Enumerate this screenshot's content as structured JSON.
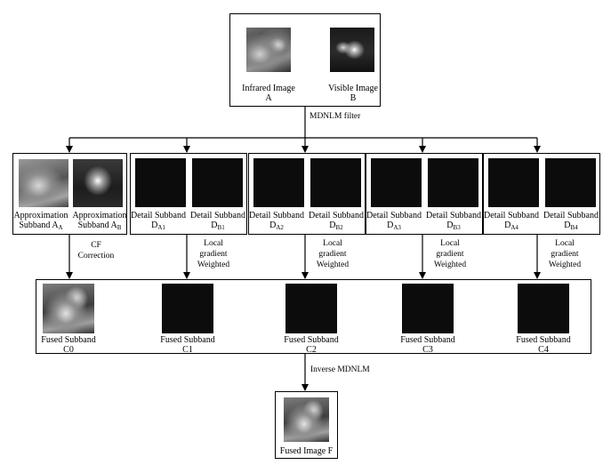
{
  "inputs": {
    "infrared": {
      "line1": "Infrared Image",
      "line2": "A"
    },
    "visible": {
      "line1": "Visible Image",
      "line2": "B"
    }
  },
  "steps": {
    "mdnlm": "MDNLM filter",
    "cf_line1": "CF",
    "cf_line2": "Correction",
    "local_line1": "Local",
    "local_line2": "gradient",
    "local_line3": "Weighted",
    "inverse": "Inverse MDNLM"
  },
  "subbands": {
    "approx_line1": "Approximation",
    "approx_line2": "Subband A",
    "approx_A_sub": "A",
    "approx_B_sub": "B",
    "detail_line1": "Detail Subband",
    "detail_prefix": "D",
    "detail_subs": [
      [
        "A1",
        "B1"
      ],
      [
        "A2",
        "B2"
      ],
      [
        "A3",
        "B3"
      ],
      [
        "A4",
        "B4"
      ]
    ]
  },
  "fused": {
    "label_line1": "Fused Subband",
    "names": [
      "C0",
      "C1",
      "C2",
      "C3",
      "C4"
    ]
  },
  "output": {
    "label": "Fused Image F"
  }
}
